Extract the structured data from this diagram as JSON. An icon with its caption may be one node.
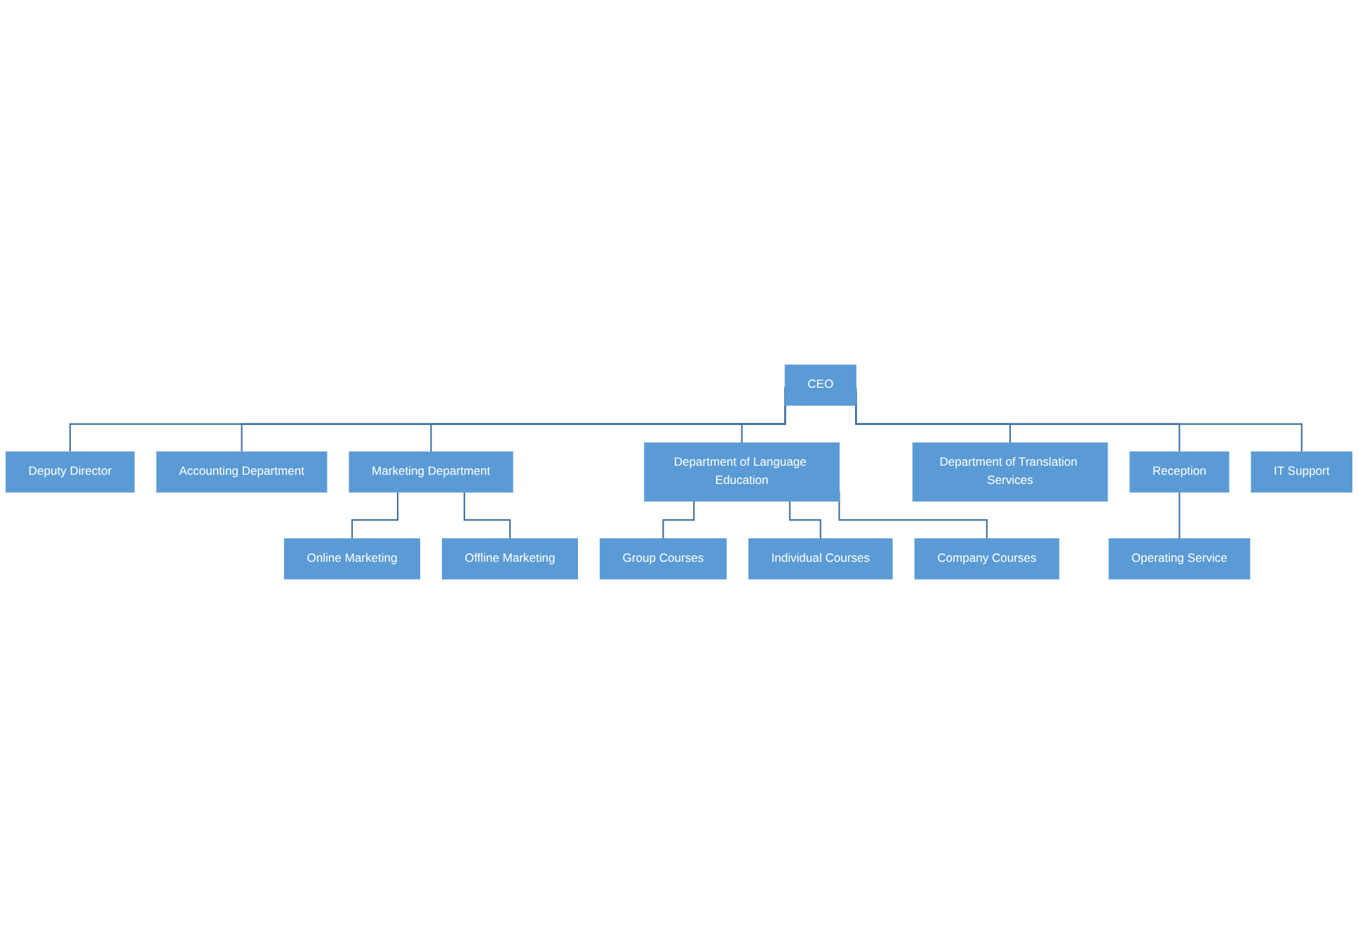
{
  "diagram": {
    "nodes": [
      {
        "text": [
          "CEO"
        ]
      },
      {
        "text": [
          "Deputy Director"
        ]
      },
      {
        "text": [
          "Accounting Department"
        ]
      },
      {
        "text": [
          "Marketing Department"
        ]
      },
      {
        "text": [
          "Department of Language Education"
        ]
      },
      {
        "text": [
          "Department of Translation Services"
        ]
      },
      {
        "text": [
          "Reception"
        ]
      },
      {
        "text": [
          "IT Support"
        ]
      },
      {
        "text": [
          "Online Marketing"
        ]
      },
      {
        "text": [
          "Offline Marketing"
        ]
      },
      {
        "text": [
          "Group Courses"
        ]
      },
      {
        "text": [
          "Individual Courses"
        ]
      },
      {
        "text": [
          "Company Courses"
        ]
      },
      {
        "text": [
          "Operating Service"
        ]
      }
    ],
    "edges": [
      {
        "from": 0,
        "to": 1,
        "arrow": "none"
      },
      {
        "from": 0,
        "to": 2,
        "arrow": "none"
      },
      {
        "from": 0,
        "to": 3,
        "arrow": "none"
      },
      {
        "from": 0,
        "to": 4,
        "arrow": "none"
      },
      {
        "from": 0,
        "to": 5,
        "arrow": "none"
      },
      {
        "from": 0,
        "to": 6,
        "arrow": "none"
      },
      {
        "from": 0,
        "to": 7,
        "arrow": "none"
      },
      {
        "from": 3,
        "to": 8,
        "arrow": "none"
      },
      {
        "from": 3,
        "to": 9,
        "arrow": "none"
      },
      {
        "from": 4,
        "to": 10,
        "arrow": "none"
      },
      {
        "from": 4,
        "to": 11,
        "arrow": "none"
      },
      {
        "from": 4,
        "to": 12,
        "arrow": "none"
      },
      {
        "from": 6,
        "to": 13,
        "arrow": "none"
      }
    ]
  }
}
